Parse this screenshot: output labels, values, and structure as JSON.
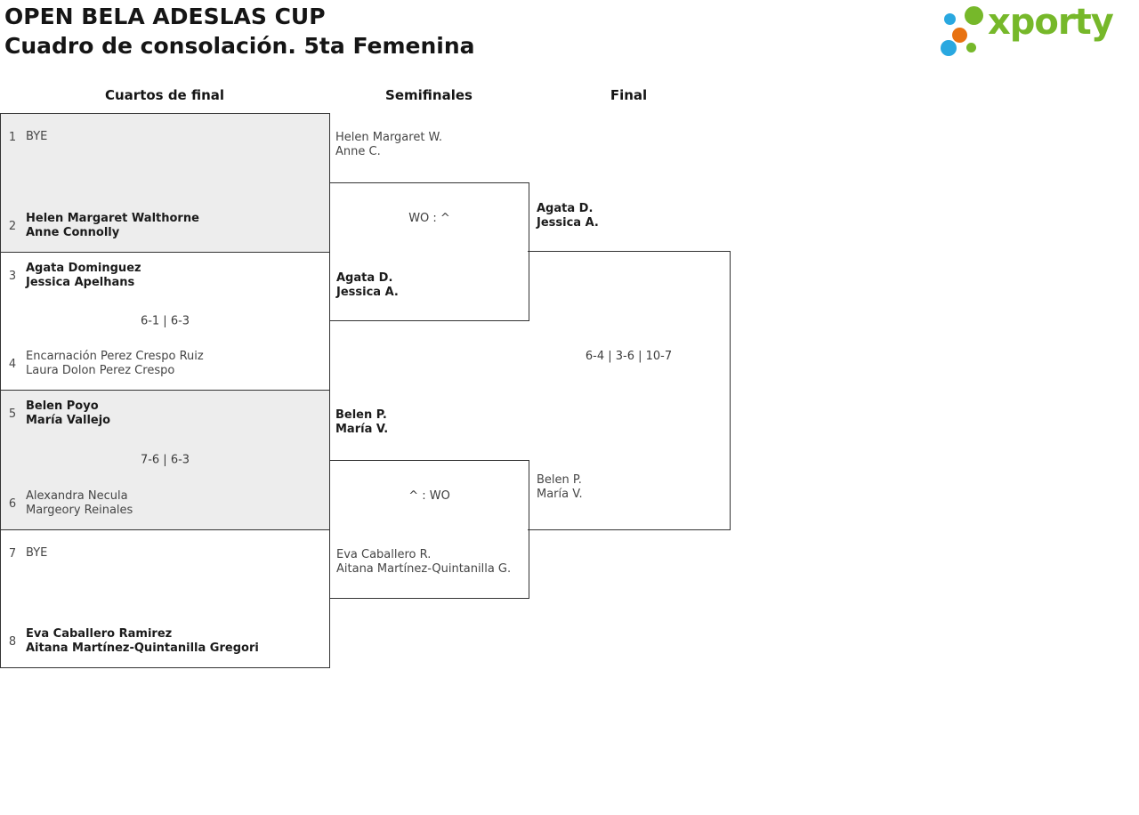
{
  "header": {
    "title_line1": "OPEN BELA ADESLAS CUP",
    "title_line2": "Cuadro de consolación. 5ta Femenina",
    "logo_text": "xporty"
  },
  "round_headers": {
    "quarterfinals": "Cuartos de final",
    "semifinals": "Semifinales",
    "final": "Final"
  },
  "qf": [
    {
      "seed_top": "1",
      "top_line1": "BYE",
      "top_line2": "",
      "score": "",
      "seed_bottom": "2",
      "bottom_line1": "Helen Margaret Walthorne",
      "bottom_line2": "Anne Connolly"
    },
    {
      "seed_top": "3",
      "top_line1": "Agata Dominguez",
      "top_line2": "Jessica Apelhans",
      "score": "6-1 | 6-3",
      "seed_bottom": "4",
      "bottom_line1": "Encarnación Perez Crespo Ruiz",
      "bottom_line2": "Laura Dolon Perez Crespo"
    },
    {
      "seed_top": "5",
      "top_line1": "Belen Poyo",
      "top_line2": "María Vallejo",
      "score": "7-6 | 6-3",
      "seed_bottom": "6",
      "bottom_line1": "Alexandra Necula",
      "bottom_line2": "Margeory Reinales"
    },
    {
      "seed_top": "7",
      "top_line1": "BYE",
      "top_line2": "",
      "score": "",
      "seed_bottom": "8",
      "bottom_line1": "Eva Caballero Ramirez",
      "bottom_line2": "Aitana Martínez-Quintanilla Gregori"
    }
  ],
  "sf": [
    {
      "top_line1": "Helen Margaret W.",
      "top_line2": "Anne C.",
      "score": "WO : ^",
      "bottom_line1": "Agata D.",
      "bottom_line2": "Jessica A."
    },
    {
      "top_line1": "Belen P.",
      "top_line2": "María V.",
      "score": "^ : WO",
      "bottom_line1": "Eva Caballero R.",
      "bottom_line2": "Aitana Martínez-Quintanilla G."
    }
  ],
  "final": {
    "top_line1": "Agata D.",
    "top_line2": "Jessica A.",
    "score": "6-4 | 3-6 | 10-7",
    "bottom_line1": "Belen P.",
    "bottom_line2": "María V."
  },
  "colors": {
    "logo_green": "#76b82a",
    "logo_blue": "#29a8e0",
    "logo_orange": "#e87211",
    "box_grey": "#ededed",
    "line": "#333333"
  }
}
